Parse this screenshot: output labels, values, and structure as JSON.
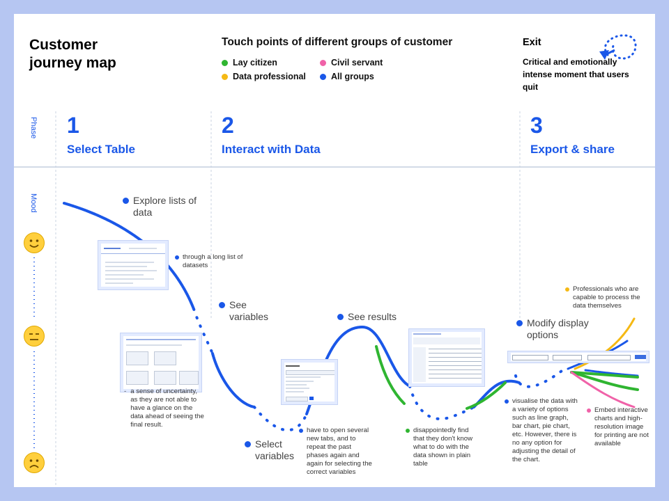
{
  "header": {
    "title": "Customer journey map",
    "touchpoints_title": "Touch points of different groups of customer",
    "legend": [
      {
        "label": "Lay citizen",
        "color": "#2fb531"
      },
      {
        "label": "Civil servant",
        "color": "#f062a8"
      },
      {
        "label": "Data professional",
        "color": "#f5b914"
      },
      {
        "label": "All groups",
        "color": "#1a57e8"
      }
    ],
    "exit_title": "Exit",
    "exit_description": "Critical and emotionally intense moment that users quit"
  },
  "side_labels": {
    "phase": "Phase",
    "mood": "Mood"
  },
  "phases": [
    {
      "number": "1",
      "name": "Select Table"
    },
    {
      "number": "2",
      "name": "Interact with Data"
    },
    {
      "number": "3",
      "name": "Export & share"
    }
  ],
  "moods": [
    "happy-face-icon",
    "neutral-face-icon",
    "sad-face-icon"
  ],
  "steps": {
    "explore": "Explore lists of data",
    "see_variables": "See variables",
    "select_variables": "Select variables",
    "see_results": "See results",
    "modify_display": "Modify display options"
  },
  "notes": {
    "long_list": "through a long list of datasets",
    "uncertainty_marker": "-",
    "uncertainty": "a sense of uncertainty, as they are not able to have a glance on the data ahead of seeing the final result.",
    "new_tabs": "have to open several new tabs, and to repeat the past phases again and again for selecting the correct variables",
    "disappointed": "disappointedly find that they don't know what to do with the data shown in plain table",
    "visualise": "visualise the data with a variety of options such as line graph, bar chart, pie chart, etc. However, there is no any option for adjusting the detail of the chart.",
    "professionals": "Professionals who are capable to process the data themselves",
    "embed": "Embed interactive charts and high-resolution image for printing are not available"
  },
  "colors": {
    "all_groups": "#1a57e8",
    "lay_citizen": "#2fb531",
    "civil_servant": "#f062a8",
    "data_professional": "#f5b914"
  }
}
